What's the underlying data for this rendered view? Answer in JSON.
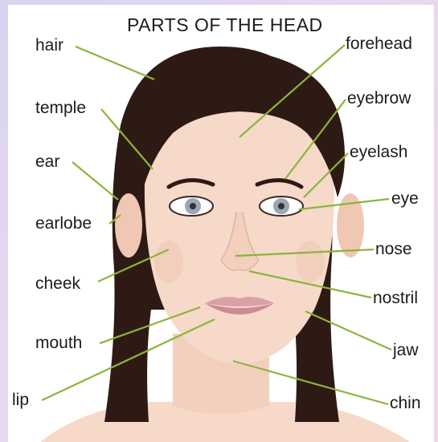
{
  "title": "PARTS OF THE HEAD",
  "labels": {
    "hair": "hair",
    "temple": "temple",
    "ear": "ear",
    "earlobe": "earlobe",
    "cheek": "cheek",
    "mouth": "mouth",
    "lip": "lip",
    "forehead": "forehead",
    "eyebrow": "eyebrow",
    "eyelash": "eyelash",
    "eye": "eye",
    "nose": "nose",
    "nostril": "nostril",
    "jaw": "jaw",
    "chin": "chin"
  },
  "colors": {
    "skin": "#f7d9c9",
    "skin_shadow": "#eec4b0",
    "hair": "#2e1a14",
    "leader_line": "#8cb43c",
    "lips": "#d9a0a8",
    "iris": "#9aa6b2"
  }
}
